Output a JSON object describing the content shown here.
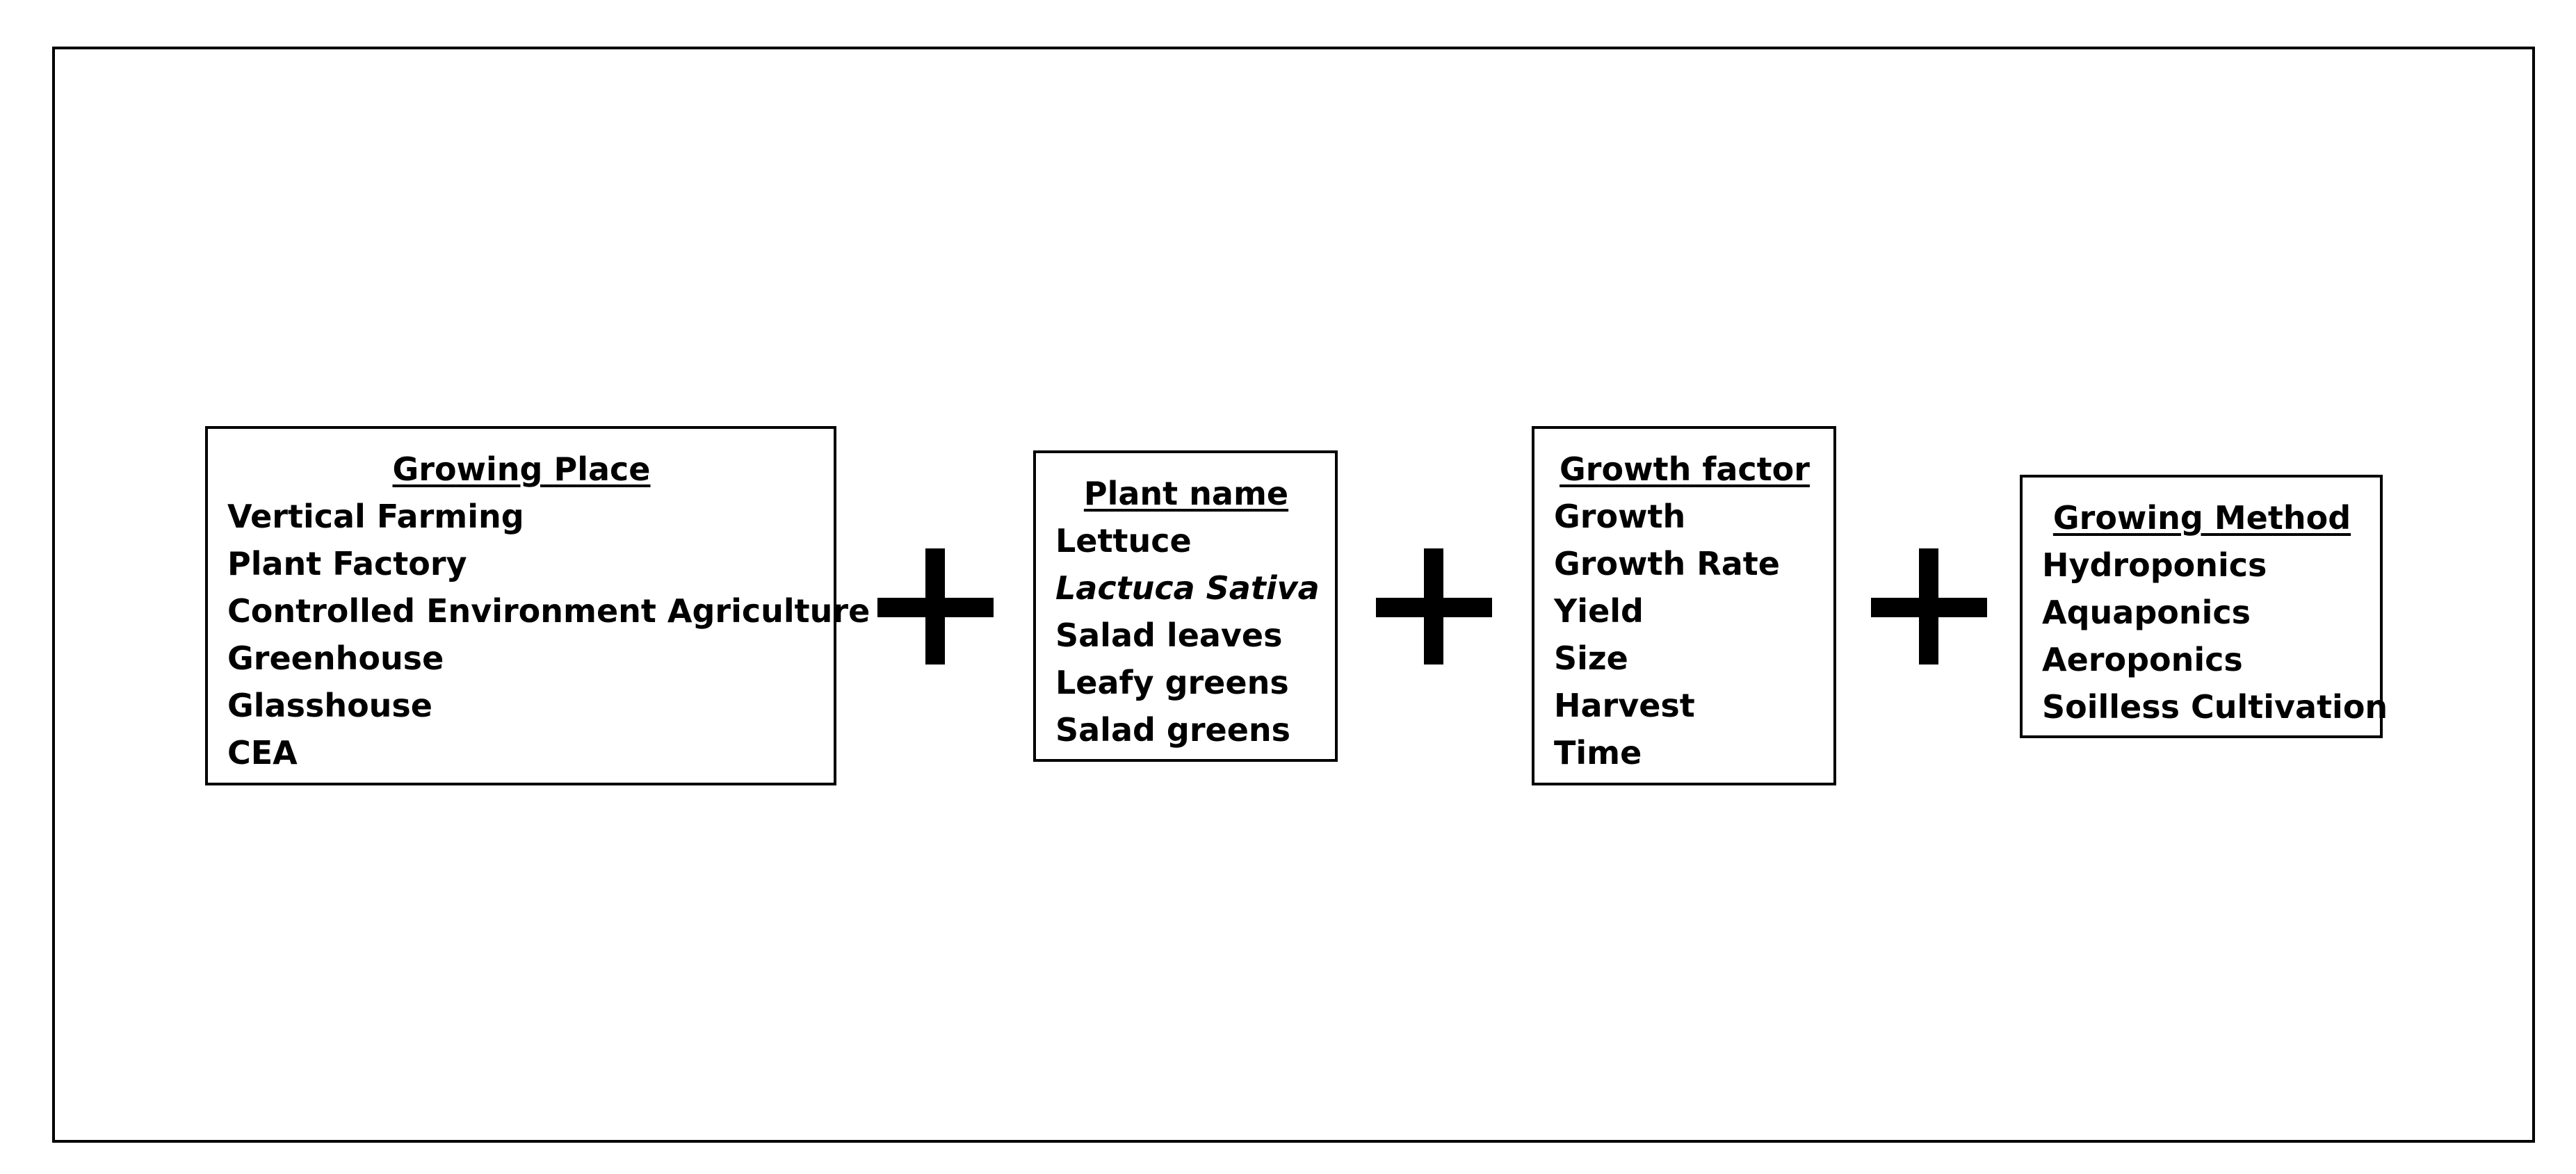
{
  "boxes": [
    {
      "title": "Growing Place",
      "items": [
        {
          "text": "Vertical Farming",
          "italic": false
        },
        {
          "text": "Plant Factory",
          "italic": false
        },
        {
          "text": "Controlled Environment Agriculture",
          "italic": false
        },
        {
          "text": "Greenhouse",
          "italic": false
        },
        {
          "text": "Glasshouse",
          "italic": false
        },
        {
          "text": "CEA",
          "italic": false
        }
      ]
    },
    {
      "title": "Plant name",
      "items": [
        {
          "text": "Lettuce",
          "italic": false
        },
        {
          "text": "Lactuca Sativa",
          "italic": true
        },
        {
          "text": "Salad leaves",
          "italic": false
        },
        {
          "text": "Leafy greens",
          "italic": false
        },
        {
          "text": "Salad greens",
          "italic": false
        }
      ]
    },
    {
      "title": "Growth factor",
      "items": [
        {
          "text": "Growth",
          "italic": false
        },
        {
          "text": "Growth Rate",
          "italic": false
        },
        {
          "text": "Yield",
          "italic": false
        },
        {
          "text": "Size",
          "italic": false
        },
        {
          "text": "Harvest",
          "italic": false
        },
        {
          "text": "Time",
          "italic": false
        }
      ]
    },
    {
      "title": "Growing Method",
      "items": [
        {
          "text": "Hydroponics",
          "italic": false
        },
        {
          "text": "Aquaponics",
          "italic": false
        },
        {
          "text": "Aeroponics",
          "italic": false
        },
        {
          "text": "Soilless Cultivation",
          "italic": false
        }
      ]
    }
  ],
  "connectors": [
    "plus-icon",
    "plus-icon",
    "plus-icon"
  ],
  "colors": {
    "stroke": "#000000",
    "background": "#ffffff"
  }
}
